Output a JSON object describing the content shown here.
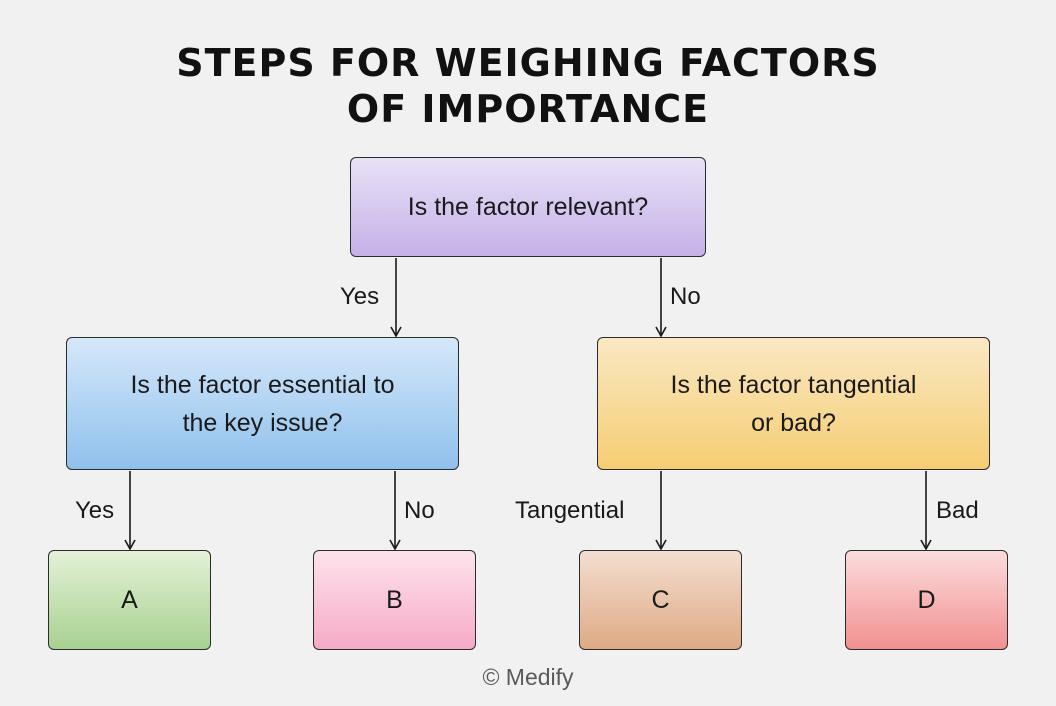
{
  "title": {
    "line1": "STEPS FOR WEIGHING FACTORS",
    "line2": "OF IMPORTANCE"
  },
  "nodes": {
    "root": {
      "line1": "Is the factor relevant?"
    },
    "essential": {
      "line1": "Is the factor essential to",
      "line2": "the key issue?"
    },
    "tangential_or_bad": {
      "line1": "Is the factor tangential",
      "line2": "or bad?"
    },
    "a": "A",
    "b": "B",
    "c": "C",
    "d": "D"
  },
  "edges": {
    "root_yes": "Yes",
    "root_no": "No",
    "essential_yes": "Yes",
    "essential_no": "No",
    "tangential": "Tangential",
    "bad": "Bad"
  },
  "colors": {
    "root": "#c5b1e8",
    "essential": "#8fc0ec",
    "tangential_or_bad": "#f5cd72",
    "a": "#a7d191",
    "b": "#f6aac7",
    "c": "#deaa85",
    "d": "#f29090"
  },
  "credit": "© Medify"
}
